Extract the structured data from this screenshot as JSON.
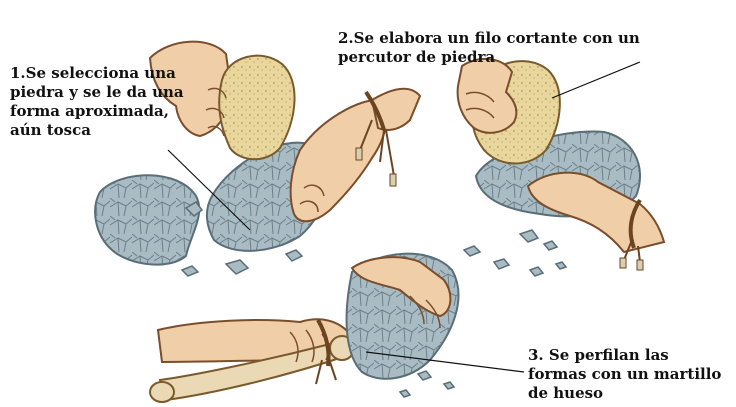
{
  "captions": {
    "step1": [
      "1.Se selecciona una",
      "piedra y se le da una",
      "forma aproximada,",
      "aún tosca"
    ],
    "step2": [
      "2.Se elabora un filo cortante con un",
      "percutor de piedra"
    ],
    "step3": [
      "3. Se perfilan las",
      "formas con un martillo",
      "de hueso"
    ]
  },
  "colors": {
    "stone": "#a9bcc4",
    "stone_line": "#5a6e78",
    "skin": "#f0cfa8",
    "skin_line": "#7a4e2c",
    "hammerstone": "#e9d7a0",
    "bone": "#ead9b4",
    "cord": "#6b4422",
    "text": "#111111"
  },
  "icons": [
    "stone-core-icon",
    "hand-icon",
    "hammerstone-icon",
    "bone-hammer-icon",
    "flake-icon",
    "bracelet-icon"
  ]
}
